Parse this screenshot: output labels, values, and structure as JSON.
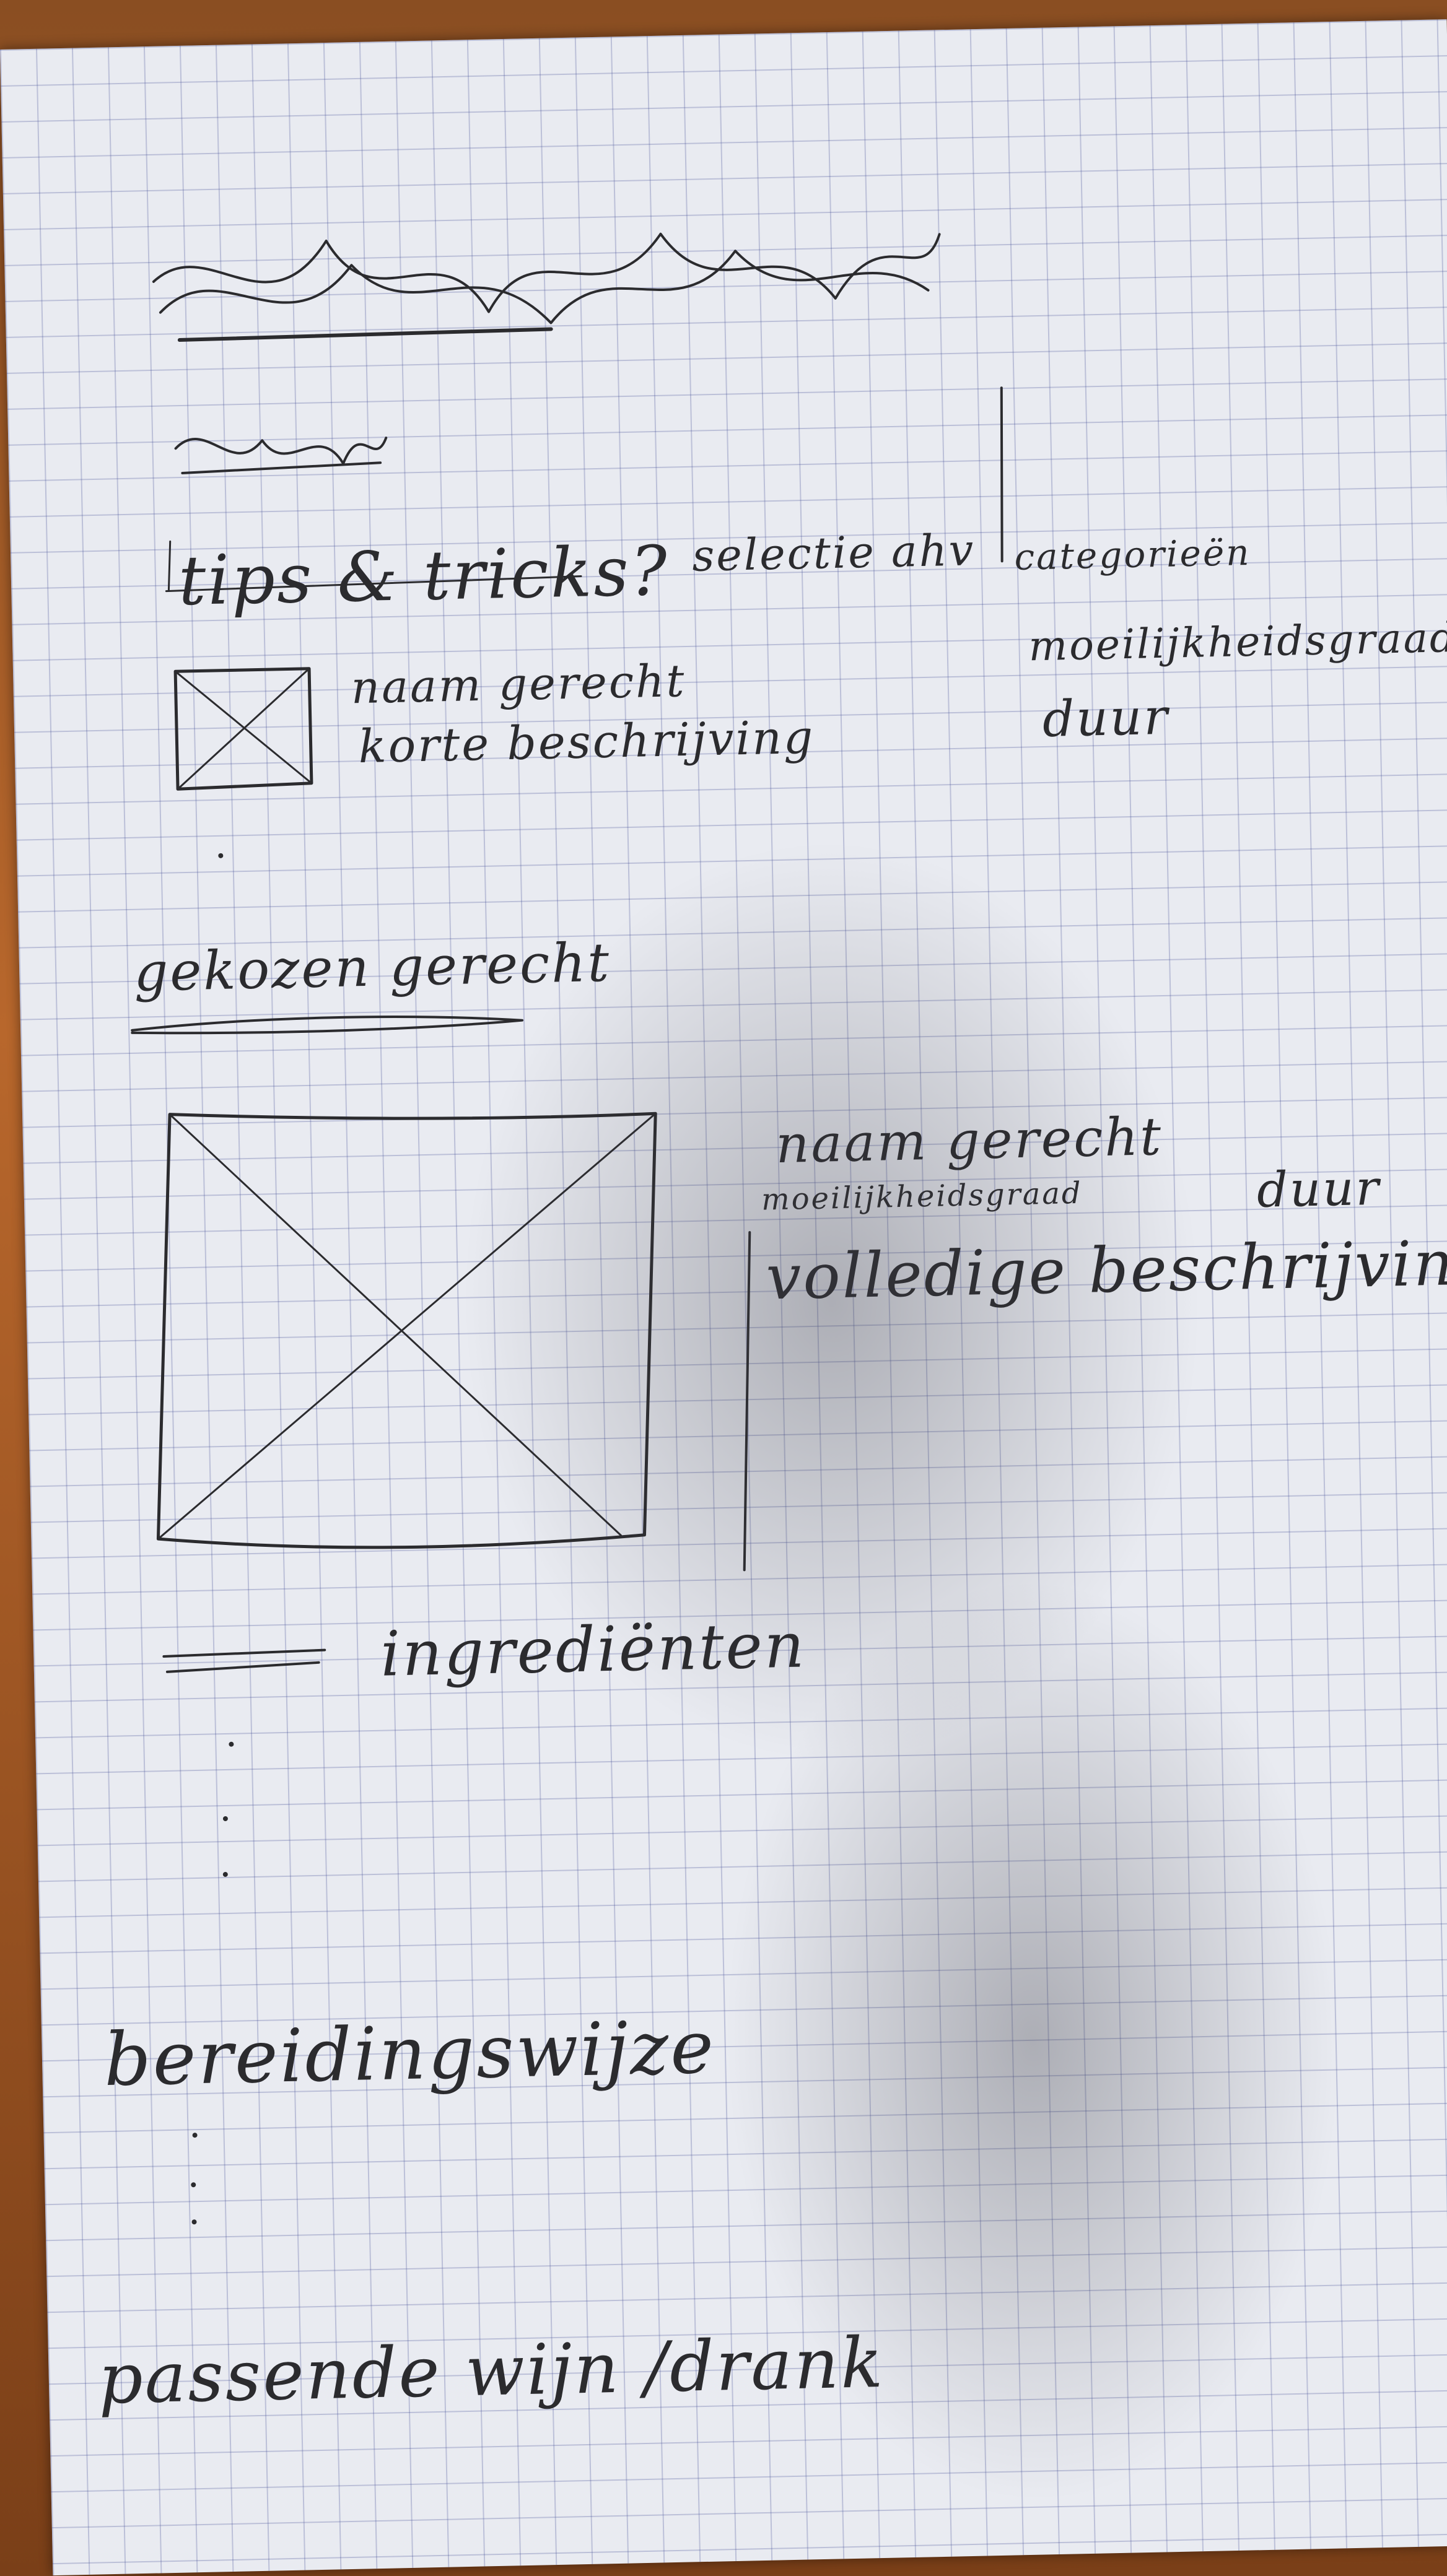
{
  "sketch": {
    "nav_label": "tips & tricks?",
    "filter_label": "selectie ahv",
    "categories_label": "categorieën",
    "difficulty_label": "moeilijkheidsgraad",
    "duration_label": "duur",
    "list_item": {
      "name": "naam gerecht",
      "short_description": "korte beschrijving"
    },
    "detail": {
      "heading": "gekozen gerecht",
      "name": "naam gerecht",
      "difficulty": "moeilijkheidsgraad",
      "duration": "duur",
      "full_description": "volledige beschrijving",
      "ingredients_label": "ingrediënten",
      "preparation_label": "bereidingswijze",
      "wine_label": "passende wijn /drank"
    }
  }
}
